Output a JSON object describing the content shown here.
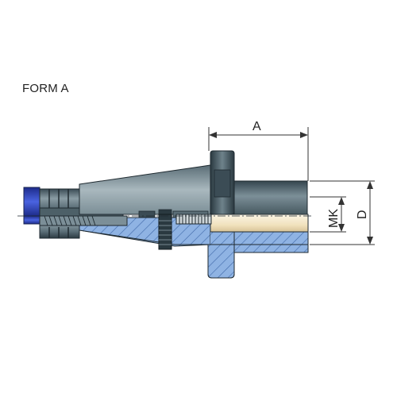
{
  "title": "FORM A",
  "dimensions": {
    "a": "A",
    "mk": "MK",
    "d": "D"
  },
  "colors": {
    "steel_dark": "#2f4049",
    "steel_mid": "#6d818a",
    "steel_light": "#a8b6bc",
    "hatch_fill": "#8fb3e3",
    "hatch_line": "#3f68a8",
    "blue_nut": "#2e44c8",
    "bore": "#f2e6c8",
    "dimension_line": "#333333"
  }
}
